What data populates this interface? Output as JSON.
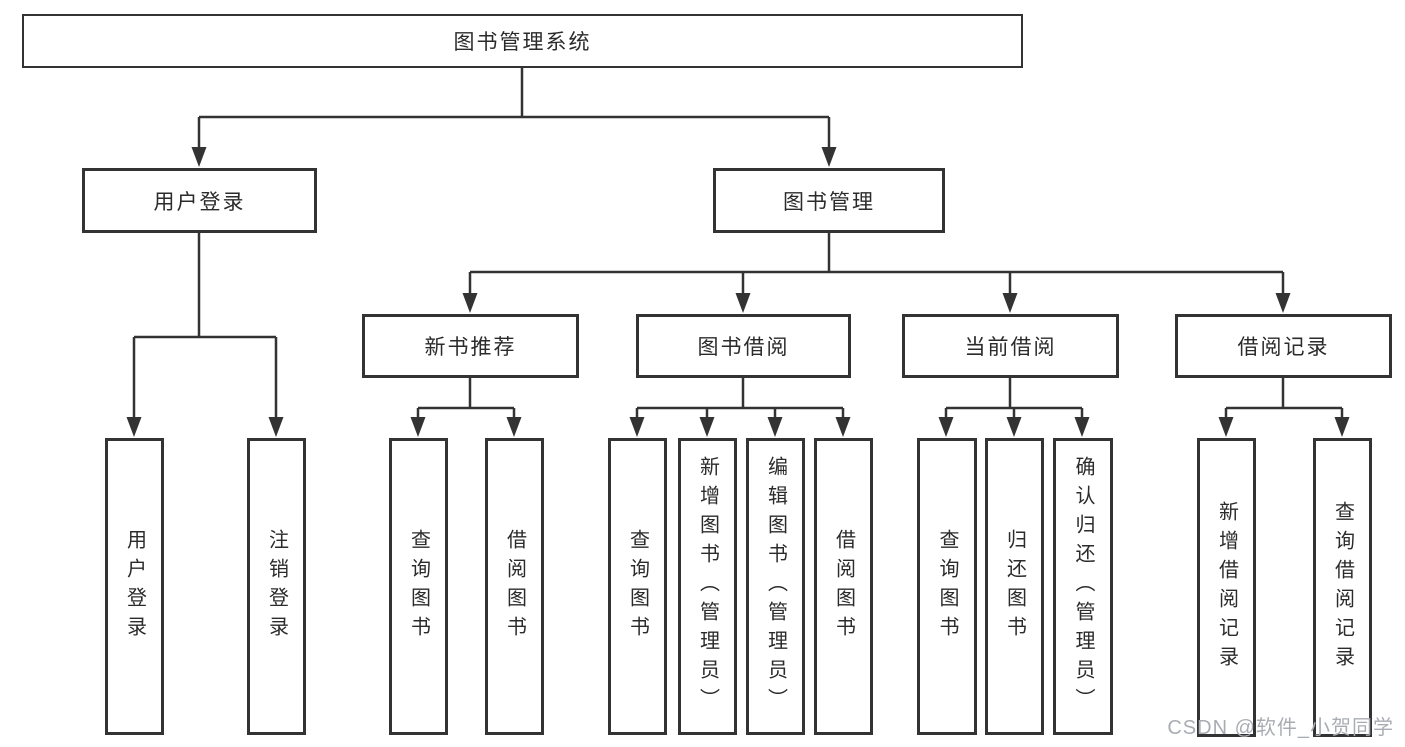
{
  "diagram_title": "图书管理系统",
  "colors": {
    "line": "#333333",
    "box_border": "#333333",
    "text": "#2b2b2b",
    "watermark": "#a9adb3",
    "background": "#ffffff"
  },
  "watermark": {
    "text": "CSDN @软件_小贺同学"
  },
  "nodes": {
    "root": {
      "label": "图书管理系统"
    },
    "user_login": {
      "label": "用户登录"
    },
    "book_mgmt": {
      "label": "图书管理"
    },
    "new_books": {
      "label": "新书推荐"
    },
    "book_borrow": {
      "label": "图书借阅"
    },
    "current_borrow": {
      "label": "当前借阅"
    },
    "borrow_records": {
      "label": "借阅记录"
    },
    "leaf_user_login": {
      "label": "用户登录"
    },
    "leaf_logout": {
      "label": "注销登录"
    },
    "leaf_nb_query_books": {
      "label": "查询图书"
    },
    "leaf_nb_borrow_books": {
      "label": "借阅图书"
    },
    "leaf_bb_query_books": {
      "label": "查询图书"
    },
    "leaf_bb_add_books": {
      "label": "新增图书（管理员）"
    },
    "leaf_bb_edit_books": {
      "label": "编辑图书（管理员）"
    },
    "leaf_bb_borrow_books": {
      "label": "借阅图书"
    },
    "leaf_cb_query_books": {
      "label": "查询图书"
    },
    "leaf_cb_return_books": {
      "label": "归还图书"
    },
    "leaf_cb_confirm_return": {
      "label": "确认归还（管理员）"
    },
    "leaf_br_add_record": {
      "label": "新增借阅记录"
    },
    "leaf_br_query_record": {
      "label": "查询借阅记录"
    }
  },
  "hierarchy": {
    "root": "图书管理系统",
    "children": [
      {
        "label": "用户登录",
        "children": [
          "用户登录",
          "注销登录"
        ]
      },
      {
        "label": "图书管理",
        "children": [
          {
            "label": "新书推荐",
            "children": [
              "查询图书",
              "借阅图书"
            ]
          },
          {
            "label": "图书借阅",
            "children": [
              "查询图书",
              "新增图书（管理员）",
              "编辑图书（管理员）",
              "借阅图书"
            ]
          },
          {
            "label": "当前借阅",
            "children": [
              "查询图书",
              "归还图书",
              "确认归还（管理员）"
            ]
          },
          {
            "label": "借阅记录",
            "children": [
              "新增借阅记录",
              "查询借阅记录"
            ]
          }
        ]
      }
    ]
  }
}
